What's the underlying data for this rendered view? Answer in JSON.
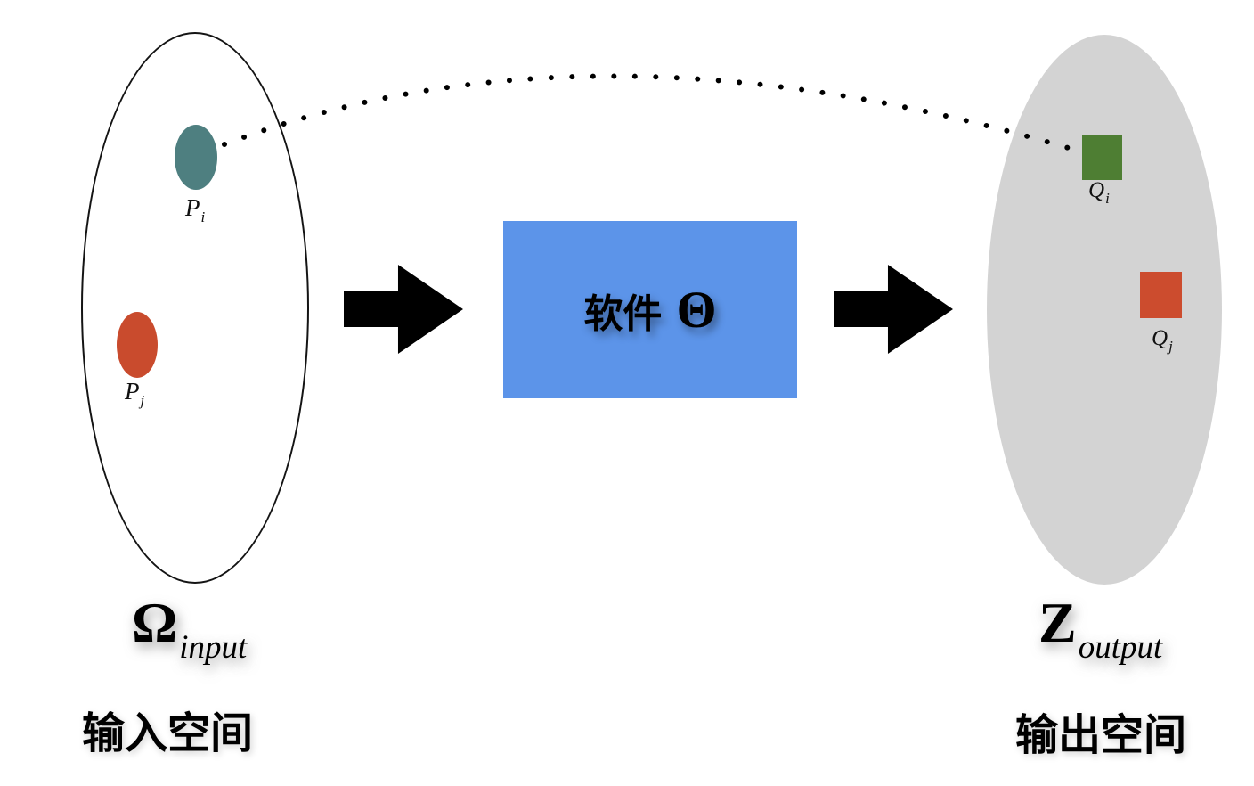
{
  "input_space": {
    "set_symbol": "Ω",
    "set_subscript": "input",
    "caption": "输入空间",
    "point_i": {
      "base": "P",
      "sub": "i",
      "color": "#4e7f80"
    },
    "point_j": {
      "base": "P",
      "sub": "j",
      "color": "#c94b2d"
    }
  },
  "software": {
    "label": "软件",
    "theta": "Θ",
    "box_color": "#5c94e9"
  },
  "output_space": {
    "set_symbol": "Z",
    "set_subscript": "output",
    "caption": "输出空间",
    "space_color": "#d3d3d3",
    "point_i": {
      "base": "Q",
      "sub": "i",
      "color": "#4e7e33"
    },
    "point_j": {
      "base": "Q",
      "sub": "j",
      "color": "#cc4c2e"
    }
  },
  "connector": {
    "type": "dotted-curve",
    "color": "#000000"
  },
  "arrows": {
    "color": "#000000",
    "count": 2
  }
}
